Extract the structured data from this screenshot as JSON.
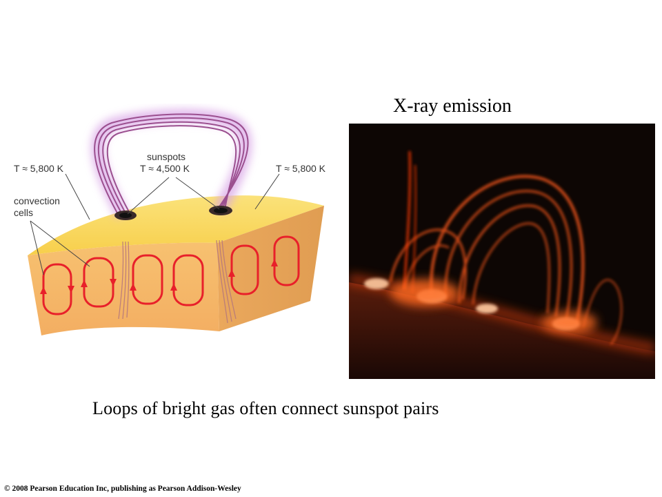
{
  "diagram": {
    "label_left_temp": "T ≈ 5,800 K",
    "label_sunspots": "sunspots",
    "label_sunspot_temp": "T ≈ 4,500 K",
    "label_right_temp": "T ≈ 5,800 K",
    "label_convection_1": "convection",
    "label_convection_2": "cells"
  },
  "photo": {
    "title": "X-ray emission"
  },
  "caption": "Loops of bright gas often connect sunspot pairs",
  "copyright": "© 2008 Pearson Education Inc, publishing as Pearson Addison-Wesley",
  "colors": {
    "surface_yellow": "#f9d65a",
    "interior_orange": "#f4b267",
    "cell_red": "#e8202a",
    "loop_purple": "#9b4f8f",
    "glow_violet": "#d9a6e6",
    "xray_background": "#0d0604",
    "xray_glow": "#ff4a10"
  }
}
